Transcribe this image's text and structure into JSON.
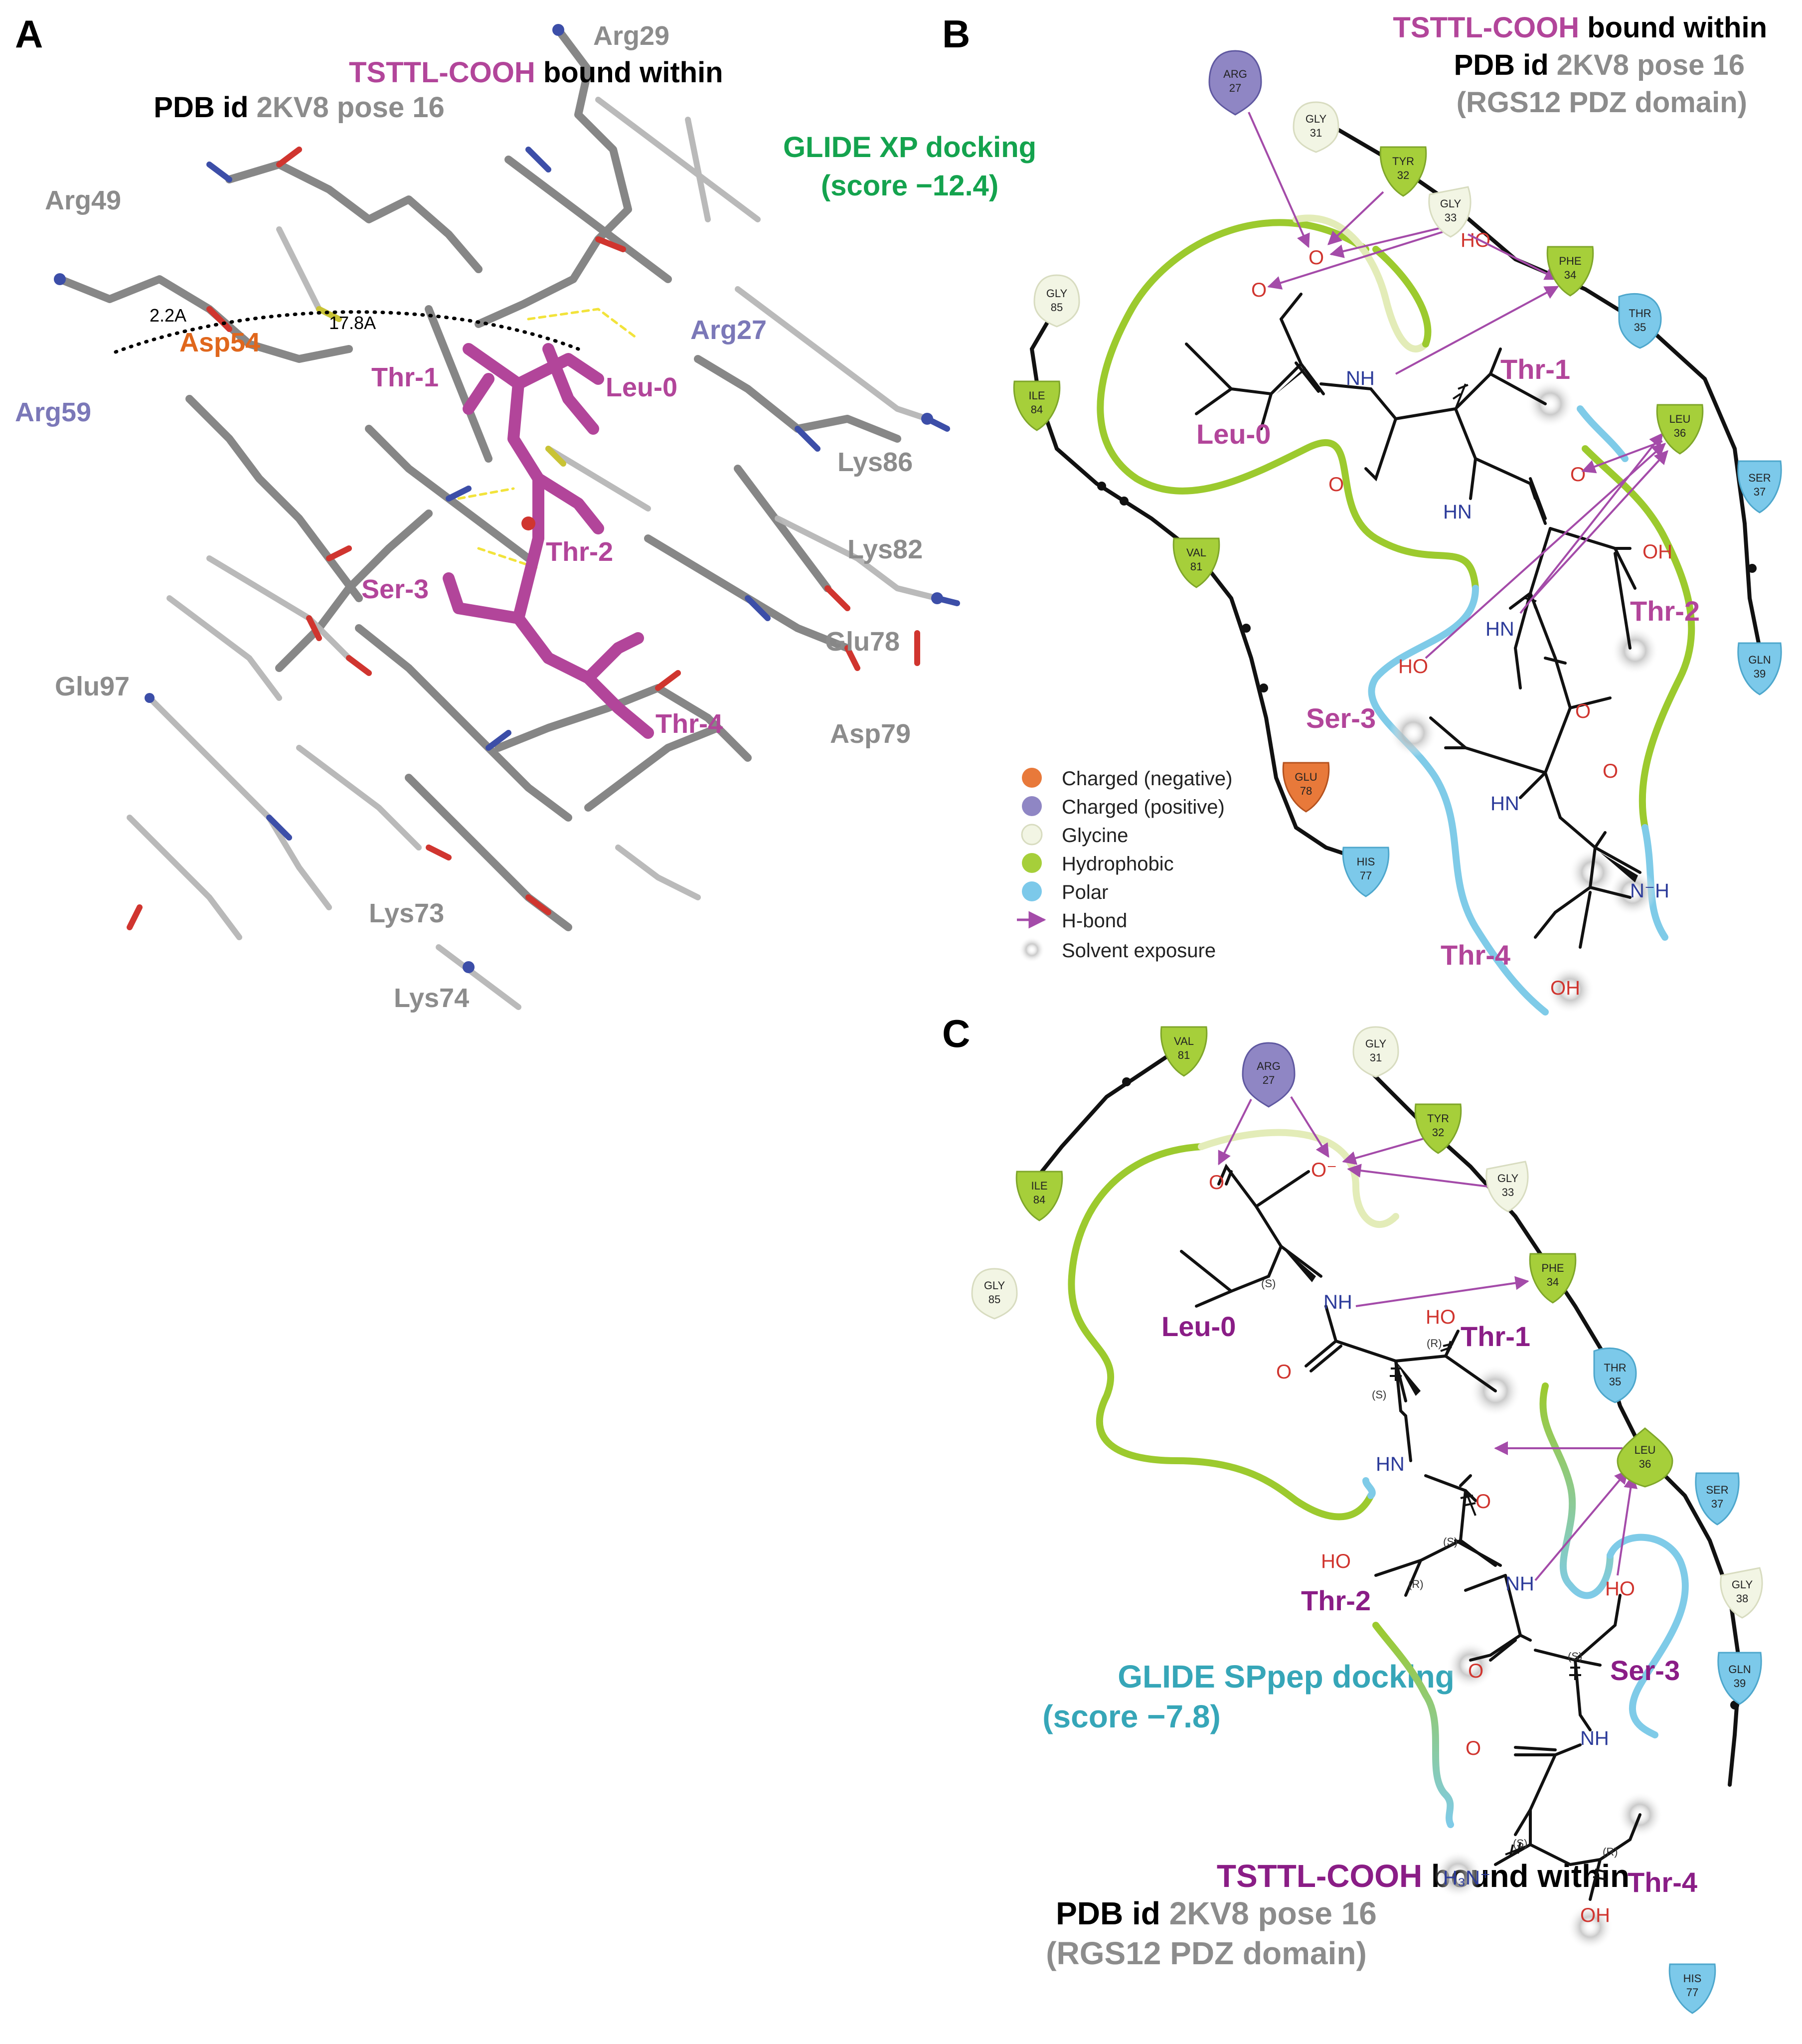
{
  "colors": {
    "magenta": "#b2459a",
    "gray_text": "#8c8c8c",
    "blue_text": "#7b78b8",
    "orange": "#e0671c",
    "green_title": "#14a34e",
    "teal_title": "#36a6b8",
    "dark_purple": "#8a1d86",
    "negative": "#e8793a",
    "positive": "#8f86c4",
    "glycine": "#f2f5e4",
    "hydrophobic": "#a6cf3a",
    "polar": "#7cc9ea",
    "hbond": "#a44ba9",
    "backbone_green": "#9cca2e",
    "backbone_blue": "#7fcbe8"
  },
  "panels": {
    "a": {
      "letter": "A",
      "title_line1_peptide": "TSTTL-COOH",
      "title_line1_rest": " bound within",
      "title_line2_prefix": "PDB id ",
      "title_line2_highlight": "2KV8 pose 16",
      "distance_1": "2.2A",
      "distance_2": "17.8A",
      "labels": {
        "arg29": "Arg29",
        "arg49": "Arg49",
        "asp54": "Asp54",
        "arg27": "Arg27",
        "arg59": "Arg59",
        "thr1": "Thr-1",
        "leu0": "Leu-0",
        "lys86": "Lys86",
        "lys82": "Lys82",
        "thr2": "Thr-2",
        "ser3": "Ser-3",
        "glu78": "Glu78",
        "glu97": "Glu97",
        "thr4": "Thr-4",
        "asp79": "Asp79",
        "lys73": "Lys73",
        "lys74": "Lys74"
      }
    },
    "b": {
      "letter": "B",
      "title_line1_peptide": "TSTTL-COOH",
      "title_line1_rest": " bound within",
      "title_line2_prefix": "PDB id ",
      "title_line2_highlight": "2KV8 pose 16",
      "title_line3": "(RGS12 PDZ domain)",
      "method_line1": "GLIDE XP docking",
      "method_line2": "(score −12.4)",
      "residue_labels": {
        "leu0": "Leu-0",
        "thr1": "Thr-1",
        "thr2": "Thr-2",
        "ser3": "Ser-3",
        "thr4": "Thr-4"
      }
    },
    "c": {
      "letter": "C",
      "title_line1_peptide": "TSTTL-COOH",
      "title_line1_rest": " bound within",
      "title_line2_prefix": "PDB id ",
      "title_line2_highlight": "2KV8 pose 16",
      "title_line3": "(RGS12 PDZ domain)",
      "method_line1": "GLIDE SPpep docking",
      "method_line2": "(score −7.8)",
      "residue_labels": {
        "leu0": "Leu-0",
        "thr1": "Thr-1",
        "thr2": "Thr-2",
        "ser3": "Ser-3",
        "thr4": "Thr-4"
      }
    }
  },
  "legend": [
    {
      "label": "Charged (negative)",
      "kind": "negative"
    },
    {
      "label": "Charged (positive)",
      "kind": "positive"
    },
    {
      "label": "Glycine",
      "kind": "glycine"
    },
    {
      "label": "Hydrophobic",
      "kind": "hydrophobic"
    },
    {
      "label": "Polar",
      "kind": "polar"
    },
    {
      "label": "H-bond",
      "kind": "hbond"
    },
    {
      "label": "Solvent exposure",
      "kind": "solvent"
    }
  ],
  "atoms": {
    "o": "O",
    "o_minus": "O⁻",
    "nh": "NH",
    "hn": "HN",
    "ho": "HO",
    "oh": "OH",
    "nh_minus": "N⁻H",
    "h3n_plus": "H₃N⁺",
    "stereo_s": "(S)",
    "stereo_r": "(R)"
  },
  "receptor_b": [
    {
      "name": "ARG",
      "num": "27",
      "kind": "positive"
    },
    {
      "name": "GLY",
      "num": "31",
      "kind": "glycine"
    },
    {
      "name": "TYR",
      "num": "32",
      "kind": "hydrophobic"
    },
    {
      "name": "GLY",
      "num": "33",
      "kind": "glycine"
    },
    {
      "name": "PHE",
      "num": "34",
      "kind": "hydrophobic"
    },
    {
      "name": "THR",
      "num": "35",
      "kind": "polar"
    },
    {
      "name": "LEU",
      "num": "36",
      "kind": "hydrophobic"
    },
    {
      "name": "SER",
      "num": "37",
      "kind": "polar"
    },
    {
      "name": "GLN",
      "num": "39",
      "kind": "polar"
    },
    {
      "name": "GLY",
      "num": "85",
      "kind": "glycine"
    },
    {
      "name": "ILE",
      "num": "84",
      "kind": "hydrophobic"
    },
    {
      "name": "VAL",
      "num": "81",
      "kind": "hydrophobic"
    },
    {
      "name": "GLU",
      "num": "78",
      "kind": "negative"
    },
    {
      "name": "HIS",
      "num": "77",
      "kind": "polar"
    }
  ],
  "receptor_c": [
    {
      "name": "VAL",
      "num": "81",
      "kind": "hydrophobic"
    },
    {
      "name": "ARG",
      "num": "27",
      "kind": "positive"
    },
    {
      "name": "GLY",
      "num": "31",
      "kind": "glycine"
    },
    {
      "name": "TYR",
      "num": "32",
      "kind": "hydrophobic"
    },
    {
      "name": "GLY",
      "num": "33",
      "kind": "glycine"
    },
    {
      "name": "ILE",
      "num": "84",
      "kind": "hydrophobic"
    },
    {
      "name": "GLY",
      "num": "85",
      "kind": "glycine"
    },
    {
      "name": "PHE",
      "num": "34",
      "kind": "hydrophobic"
    },
    {
      "name": "THR",
      "num": "35",
      "kind": "polar"
    },
    {
      "name": "LEU",
      "num": "36",
      "kind": "hydrophobic"
    },
    {
      "name": "SER",
      "num": "37",
      "kind": "polar"
    },
    {
      "name": "GLY",
      "num": "38",
      "kind": "glycine"
    },
    {
      "name": "GLN",
      "num": "39",
      "kind": "polar"
    },
    {
      "name": "HIS",
      "num": "77",
      "kind": "polar"
    }
  ]
}
